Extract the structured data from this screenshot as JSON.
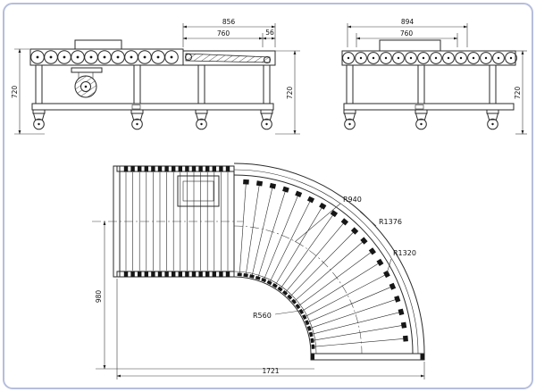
{
  "colors": {
    "line": "#2a2a2a",
    "dim_text": "#111111",
    "frame_border": "#b6bedd",
    "background": "#ffffff"
  },
  "views": {
    "side_a": {
      "dim_overall": "856",
      "dim_span": "760",
      "dim_offset": "56",
      "dim_height_left": "720",
      "dim_height_right": "720"
    },
    "side_b": {
      "dim_overall": "894",
      "dim_span": "760",
      "dim_height_right": "720"
    },
    "plan_curve": {
      "radius_mid": "R940",
      "radius_outer_frame": "R1376",
      "radius_outer": "R1320",
      "radius_inner": "R560",
      "dim_width": "980",
      "dim_length": "1721"
    }
  }
}
